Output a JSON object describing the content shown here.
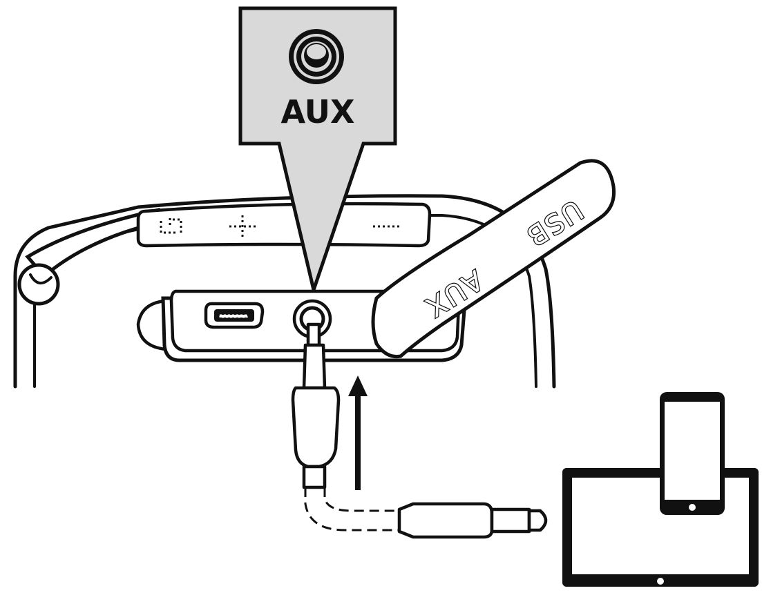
{
  "callout": {
    "label": "AUX",
    "icon": "audio-jack-icon"
  },
  "rubber_cap": {
    "label_1": "USB",
    "label_2": "AUX"
  },
  "speaker": {
    "buttons": [
      "power-icon",
      "plus-icon",
      "minus-icon"
    ],
    "ports": [
      "micro-usb-port",
      "aux-port"
    ]
  },
  "devices": [
    "smartphone-icon",
    "tablet-icon"
  ],
  "colors": {
    "line": "#111111",
    "callout_fill": "#d9d9d9",
    "body": "#ffffff"
  }
}
